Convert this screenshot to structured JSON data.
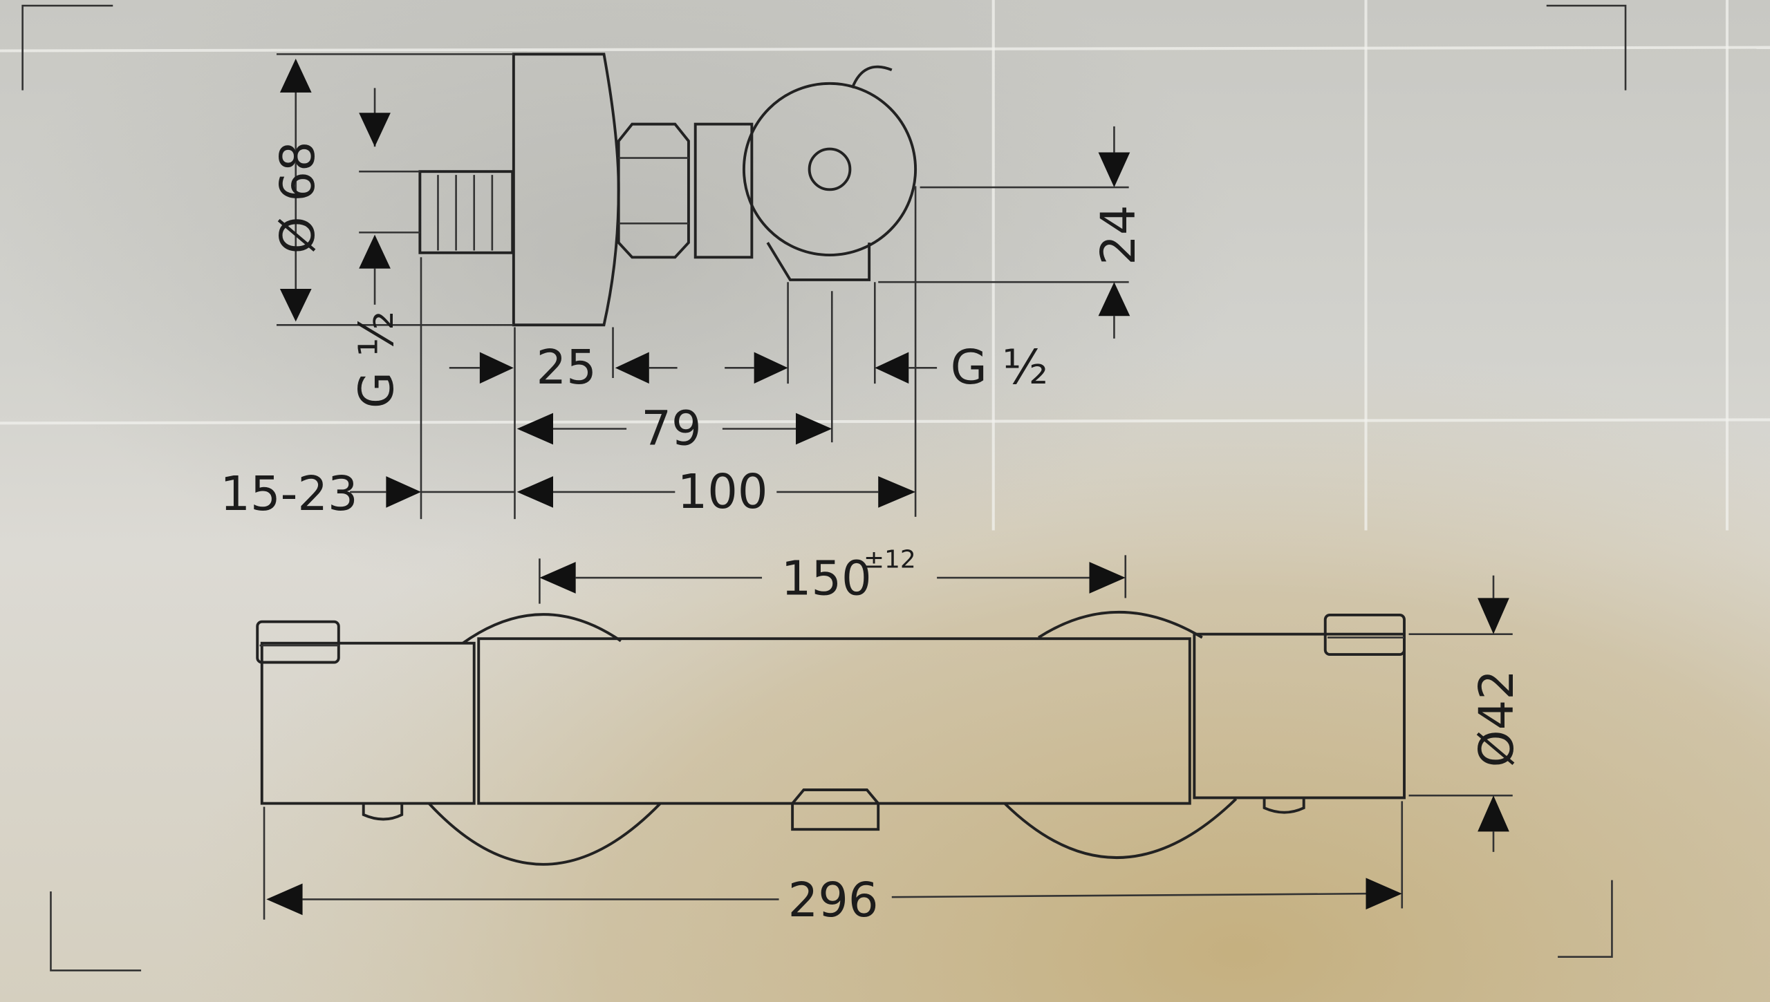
{
  "drawing": {
    "top_view": {
      "diameter_label": "Ø 68",
      "left_thread_label": "G ½",
      "dim_25": "25",
      "dim_79": "79",
      "dim_100": "100",
      "dim_15_23": "15-23",
      "right_thread_label": "G ½",
      "dim_24": "24"
    },
    "front_view": {
      "spacing_label": "150",
      "spacing_tolerance": "±12",
      "diameter_label": "Ø42",
      "length_label": "296"
    }
  },
  "colors": {
    "line": "#222222",
    "paper_top": "#cdcdc8",
    "paper_bottom": "#c9b98f"
  }
}
